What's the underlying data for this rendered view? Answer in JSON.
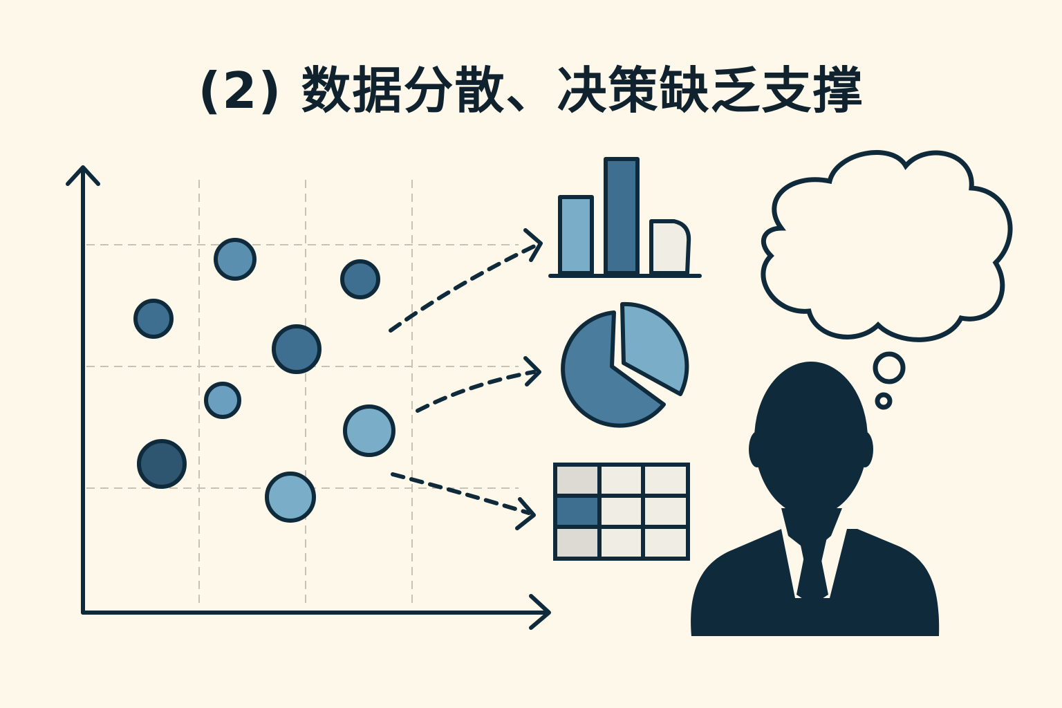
{
  "title": "(2) 数据分散、决策缺乏支撑",
  "colors": {
    "background": "#fdf8ea",
    "ink": "#0f2a3a",
    "blue_dark": "#2e5670",
    "blue_mid": "#3f6f90",
    "blue_light": "#7aaec8",
    "cell_light": "#efede4"
  },
  "icons": [
    "scatter-plot",
    "bar-chart",
    "pie-chart",
    "table-grid",
    "businessman",
    "thought-bubble"
  ]
}
